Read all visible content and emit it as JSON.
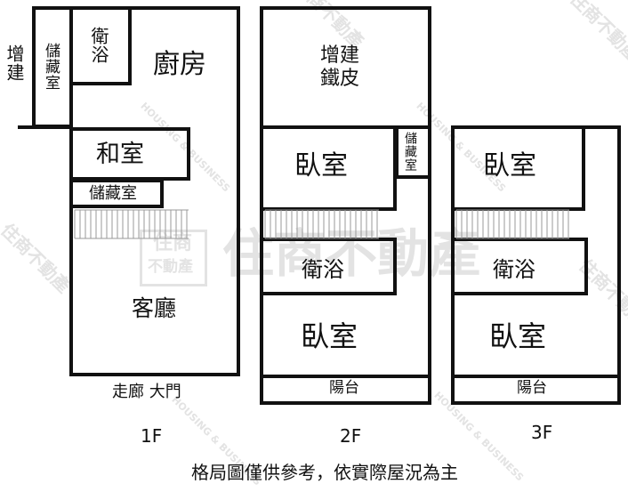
{
  "watermark": {
    "brand": "住商不動產",
    "badge_top": "住商",
    "badge_bottom": "不動產",
    "tagline": "HOUSING & BUSINESS"
  },
  "floors": [
    {
      "floor_label": "1F",
      "annex": "增建",
      "rooms": {
        "storage_left": "儲藏室",
        "bath": "衛浴",
        "kitchen": "廚房",
        "japanese_room": "和室",
        "storage": "儲藏室",
        "living_room": "客廳"
      },
      "entrance": "走廊 大門"
    },
    {
      "floor_label": "2F",
      "rooms": {
        "annex_iron": "增建\n鐵皮",
        "bedroom_top": "臥室",
        "storage": "儲藏室",
        "bath": "衛浴",
        "bedroom_bottom": "臥室",
        "balcony": "陽台"
      }
    },
    {
      "floor_label": "3F",
      "rooms": {
        "bedroom_top": "臥室",
        "bath": "衛浴",
        "bedroom_bottom": "臥室",
        "balcony": "陽台"
      }
    }
  ],
  "disclaimer": "格局圖僅供參考，依實際屋況為主",
  "colors": {
    "wall": "#111111",
    "stairs": "#9a9a9a",
    "watermark": "#e3e3e3"
  }
}
